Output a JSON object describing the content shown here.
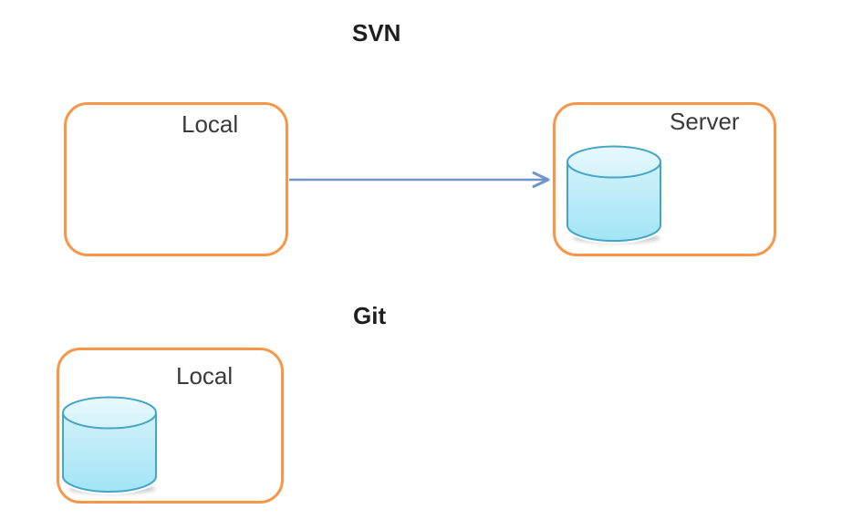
{
  "diagram": {
    "svn": {
      "title": "SVN",
      "local_box": {
        "label": "Local"
      },
      "server_box": {
        "label": "Server",
        "icon": "database-cylinder-icon"
      },
      "arrow": {
        "from": "Local",
        "to": "Server",
        "direction": "right",
        "icon": "right-arrow-icon"
      }
    },
    "git": {
      "title": "Git",
      "local_box": {
        "label": "Local",
        "icon": "database-cylinder-icon"
      }
    }
  },
  "colors": {
    "background": "#FFFFFF",
    "box_border": "#F79646",
    "arrow": "#6E95C9",
    "cylinder_outline": "#43A6C6",
    "cylinder_top_fill_light": "#E7F9FD",
    "cylinder_top_fill": "#D4F2FA",
    "cylinder_body_top": "#D2F1FA",
    "cylinder_body_bottom": "#A2E4F5",
    "cylinder_halo": "#FFFFFF",
    "title_text": "#1E1E1E",
    "label_text": "#3A3A3A"
  }
}
